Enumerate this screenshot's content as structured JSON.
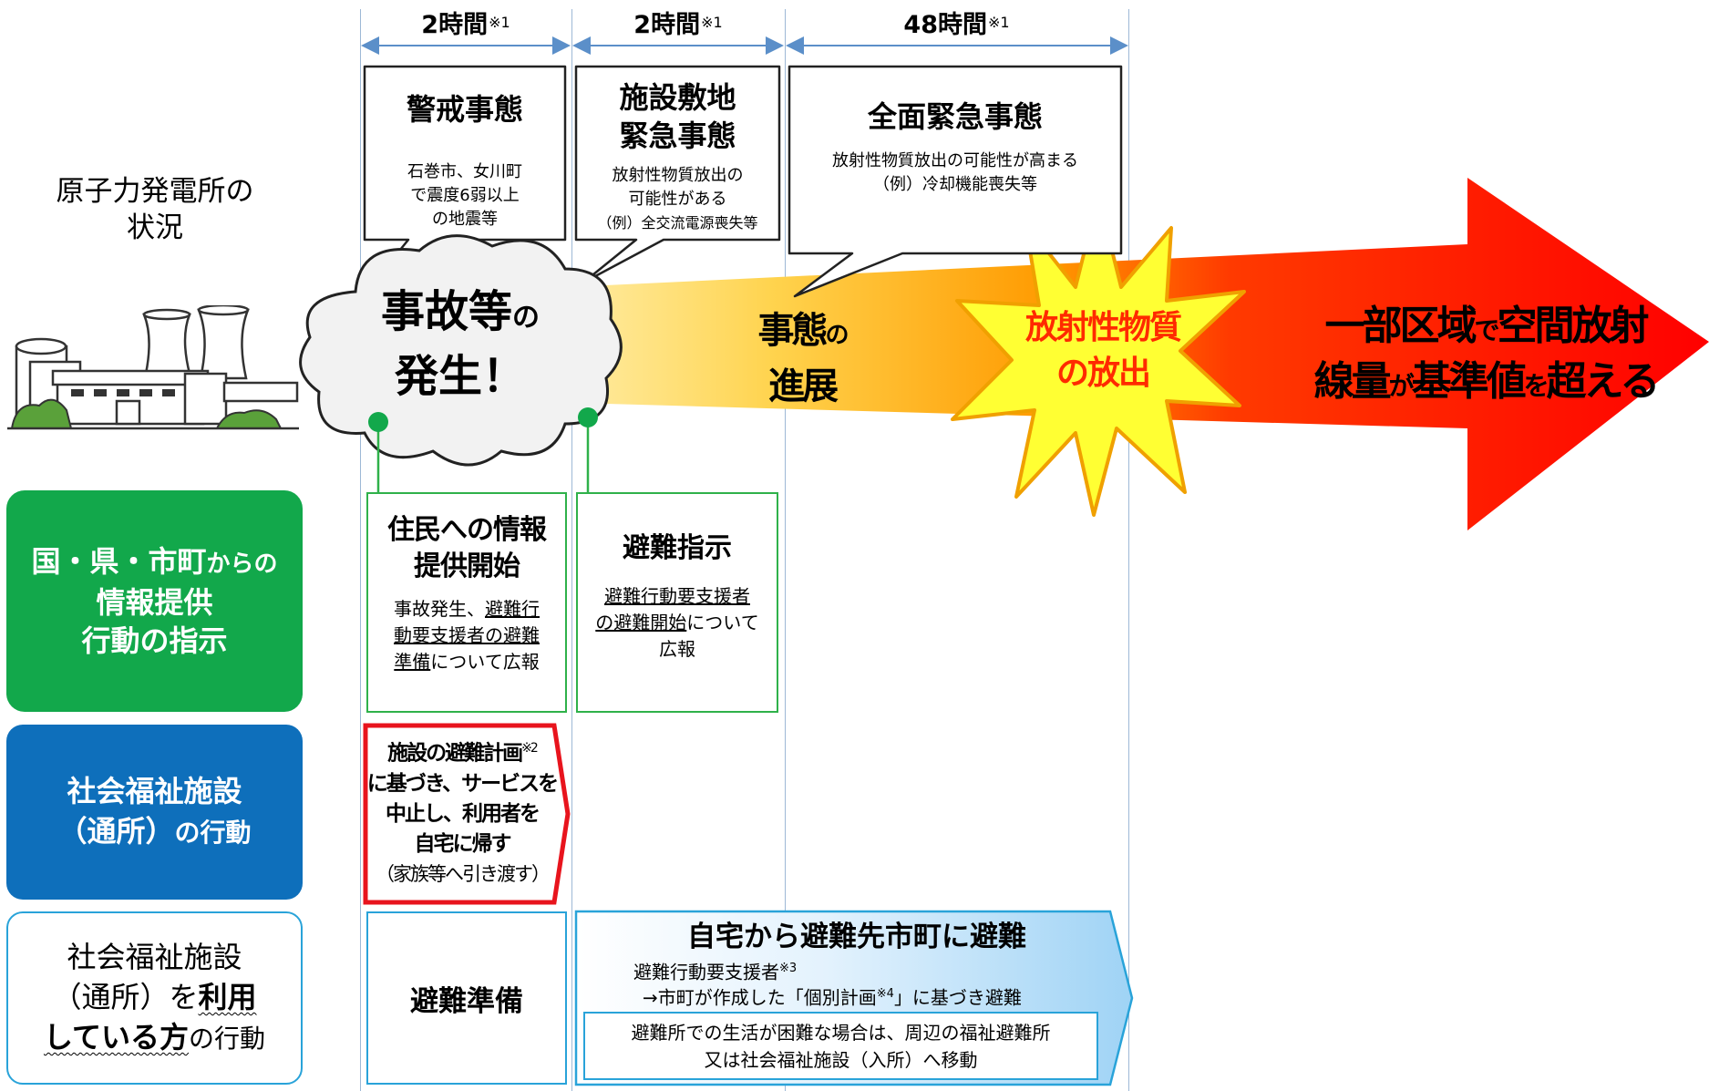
{
  "timeline": {
    "durations": [
      {
        "label": "2時間",
        "note": "※1"
      },
      {
        "label": "2時間",
        "note": "※1"
      },
      {
        "label": "48時間",
        "note": "※1"
      }
    ]
  },
  "rows": {
    "plant_status": {
      "line1": "原子力発電所の",
      "line2": "状況"
    },
    "government": {
      "line1a": "国・県・市町",
      "line1b": "からの",
      "line2": "情報提供",
      "line3": "行動の指示"
    },
    "facility": {
      "line1": "社会福祉施設",
      "line2a": "（通所）",
      "line2b": "の行動"
    },
    "users": {
      "line1": "社会福祉施設",
      "line2a": "（通所）を",
      "line2b": "利用",
      "line3a": "している方",
      "line3b": "の行動"
    }
  },
  "callouts": {
    "alert": {
      "title": "警戒事態",
      "line1": "石巻市、女川町",
      "line2": "で震度6弱以上",
      "line3": "の地震等"
    },
    "site_emergency": {
      "title1": "施設敷地",
      "title2": "緊急事態",
      "line1": "放射性物質放出の",
      "line2": "可能性がある",
      "line3": "（例）全交流電源喪失等"
    },
    "general_emergency": {
      "title": "全面緊急事態",
      "line1": "放射性物質放出の可能性が高まる",
      "line2": "（例）冷却機能喪失等"
    }
  },
  "arrow": {
    "cloud_line1": "事故等",
    "cloud_line1b": "の",
    "cloud_line2": "発生！",
    "progress_line1": "事態",
    "progress_line1b": "の",
    "progress_line2": "進展",
    "burst_line1": "放射性物質",
    "burst_line2": "の放出",
    "result_line1a": "一部区域",
    "result_line1b": "で",
    "result_line1c": "空間放射",
    "result_line2a": "線量",
    "result_line2b": "が",
    "result_line2c": "基準値",
    "result_line2d": "を",
    "result_line2e": "超える"
  },
  "government_boxes": {
    "info": {
      "title1": "住民への情報",
      "title2": "提供開始",
      "l1a": "事故発生、",
      "l1b": "避難行",
      "l2": "動要支援者の避難",
      "l3a": "準備",
      "l3b": "について広報"
    },
    "evac": {
      "title": "避難指示",
      "l1": "避難行動要支援者",
      "l2a": "の避難開始",
      "l2b": "について",
      "l3": "広報"
    }
  },
  "facility_box": {
    "l1": "施設の避難計画",
    "note": "※2",
    "l2": "に基づき、サービスを",
    "l3": "中止し、利用者を",
    "l4": "自宅に帰す",
    "l5": "（家族等へ引き渡す）"
  },
  "users_boxes": {
    "prep": "避難準備",
    "evac_title": "自宅から避難先市町に避難",
    "evac_l1": "避難行動要支援者",
    "evac_l1_note": "※3",
    "evac_l2a": "→市町が作成した「個別計画",
    "evac_l2_note": "※4",
    "evac_l2b": "」に基づき避難",
    "inner_l1": "避難所での生活が困難な場合は、周辺の福祉避難所",
    "inner_l2": "又は社会福祉施設（入所）へ移動"
  },
  "colors": {
    "green": "#12a84b",
    "blue": "#0e6fbb",
    "red_border": "#e8141d",
    "arrow_start": "#ffe680",
    "arrow_mid": "#ff9a00",
    "arrow_end": "#ff0000",
    "burst": "#ffff33"
  }
}
